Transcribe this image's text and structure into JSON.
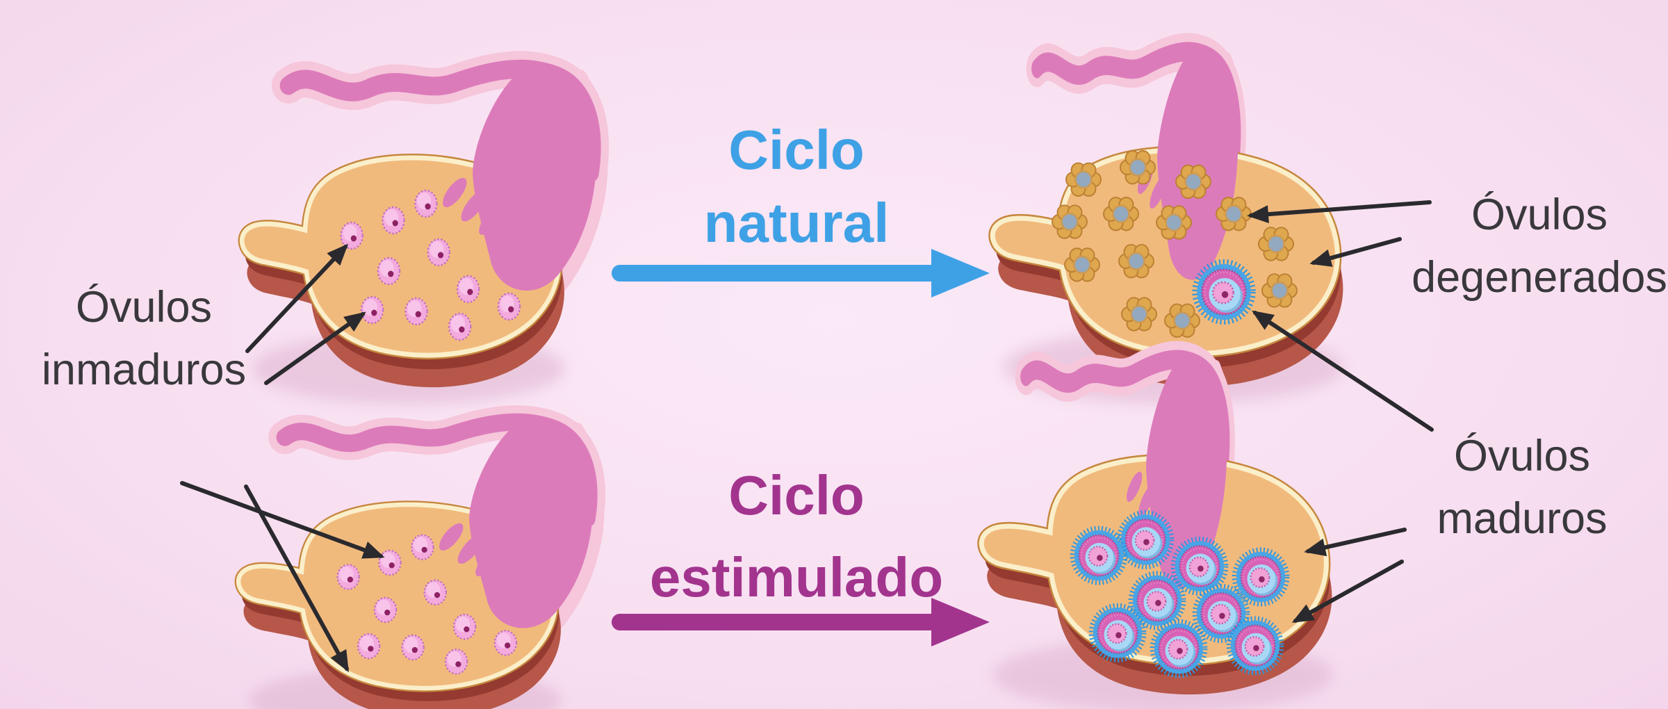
{
  "background": {
    "color": "#F8E0F1"
  },
  "headings": {
    "natural": {
      "line1": "Ciclo",
      "line2": "natural",
      "color": "#3FA1E5"
    },
    "stimulated": {
      "line1": "Ciclo",
      "line2": "estimulado",
      "color": "#A2348E"
    }
  },
  "labels": {
    "text_color": "#39383C",
    "immature": {
      "line1": "Óvulos",
      "line2": "inmaduros"
    },
    "degenerated": {
      "line1": "Óvulos",
      "line2": "degenerados"
    },
    "mature": {
      "line1": "Óvulos",
      "line2": "maduros"
    }
  },
  "arrows": {
    "natural_color": "#3FA1E5",
    "stimulated_color": "#A2348E",
    "pointer_color": "#2A2A2E"
  },
  "illustration": {
    "ovary_fill": "#F1BA7D",
    "ovary_outline_cream": "#FBEFCA",
    "ovary_outline_brown": "#C6873E",
    "ovary_base": "#B65749",
    "ovary_crease": "#943A30",
    "tube_outer": "#F6C6DB",
    "tube_inner": "#DC7BBA",
    "immature_egg_fill": "#F3ABDE",
    "immature_egg_dot": "#8D2163",
    "degenerated_egg_petals": "#DFA74E",
    "degenerated_egg_center": "#93A9BF",
    "mature_egg_halo": "#2F96DE",
    "mature_egg_ring": "#D863B6",
    "mature_egg_inner": "#A8D8F5",
    "mature_egg_oocyte": "#F1A2D7",
    "counts": {
      "immature_eggs_top_ovary": 10,
      "immature_eggs_bottom_ovary": 10,
      "degenerated_eggs": 13,
      "mature_eggs_natural_cycle": 1,
      "mature_eggs_stimulated_cycle": 9
    }
  }
}
